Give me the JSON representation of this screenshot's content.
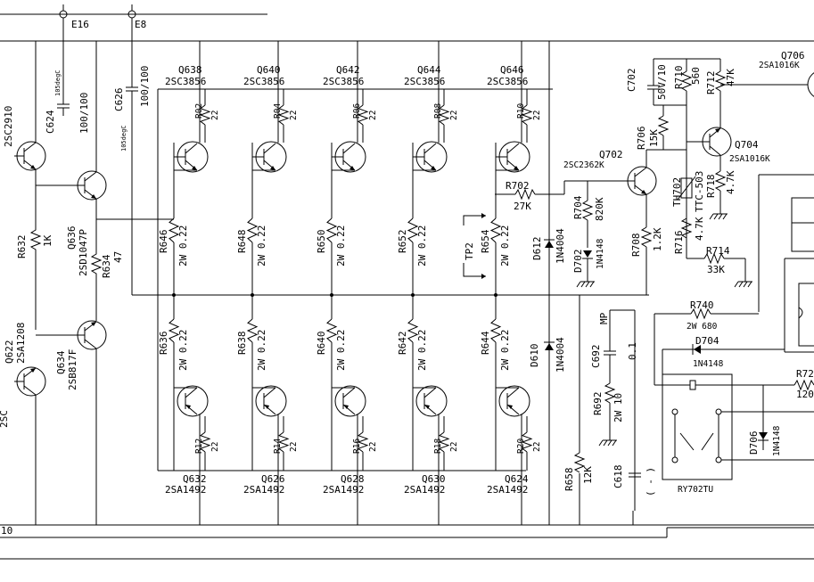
{
  "title": "",
  "transistors_top": [
    {
      "ref": "Q638",
      "type": "2SC3856"
    },
    {
      "ref": "Q640",
      "type": "2SC3856"
    },
    {
      "ref": "Q642",
      "type": "2SC3856"
    },
    {
      "ref": "Q644",
      "type": "2SC3856"
    },
    {
      "ref": "Q646",
      "type": "2SC3856"
    }
  ],
  "transistors_bottom": [
    {
      "ref": "Q632",
      "type": "2SA1492"
    },
    {
      "ref": "Q626",
      "type": "2SA1492"
    },
    {
      "ref": "Q628",
      "type": "2SA1492"
    },
    {
      "ref": "Q630",
      "type": "2SA1492"
    },
    {
      "ref": "Q624",
      "type": "2SA1492"
    }
  ],
  "emitter_res_top": [
    {
      "ref": "R646",
      "val1": "2W 0.22"
    },
    {
      "ref": "R648",
      "val1": "2W 0.22"
    },
    {
      "ref": "R650",
      "val1": "2W 0.22"
    },
    {
      "ref": "R652",
      "val1": "2W 0.22"
    },
    {
      "ref": "R654",
      "val1": "2W 0.22"
    }
  ],
  "emitter_res_bottom": [
    {
      "ref": "R636",
      "val1": "2W 0.22"
    },
    {
      "ref": "R638",
      "val1": "2W 0.22"
    },
    {
      "ref": "R640",
      "val1": "2W 0.22"
    },
    {
      "ref": "R642",
      "val1": "2W 0.22"
    },
    {
      "ref": "R644",
      "val1": "2W 0.22"
    }
  ],
  "base_res_top": [
    {
      "ref": "R02",
      "val": "22"
    },
    {
      "ref": "R04",
      "val": "22"
    },
    {
      "ref": "R06",
      "val": "22"
    },
    {
      "ref": "R08",
      "val": "22"
    },
    {
      "ref": "R10",
      "val": "22"
    }
  ],
  "base_res_bottom": [
    {
      "ref": "R12",
      "val": "22"
    },
    {
      "ref": "R14",
      "val": "22"
    },
    {
      "ref": "R16",
      "val": "22"
    },
    {
      "ref": "R18",
      "val": "22"
    },
    {
      "ref": "R20",
      "val": "22"
    }
  ],
  "left": {
    "e16": "E16",
    "e8": "E8",
    "q_top_left": "2SC2910",
    "c624": "C624",
    "c624_temp": "105degC",
    "c624_val": "100/100",
    "c626": "C626",
    "c626_temp": "105degC",
    "c626_val": "100/100",
    "q636": "Q636",
    "q636_type": "2SD1047P",
    "r632": "R632",
    "r632_val": "1K",
    "r634": "R634",
    "r634_val": "47",
    "q622": "Q622",
    "q622_type": "2SA1208",
    "q634": "Q634",
    "q634_type": "2SB817F",
    "q_left_bottom": "2SC",
    "bus_label": "10"
  },
  "right": {
    "tp2": "TP2",
    "d612": "D612",
    "d612_type": "1N4004",
    "d610": "D610",
    "d610_type": "1N4004",
    "d702": "D702",
    "d702_type": "1N4148",
    "r702": "R702",
    "r702_val": "27K",
    "r704": "R704",
    "r704_val": "820K",
    "r708": "R708",
    "r708_val": "1.2K",
    "q702": "Q702",
    "q702_type": "2SC2362K",
    "c702": "C702",
    "c702_val": "50V/10",
    "r710": "R710",
    "r710_val": "560",
    "r712": "R712",
    "r712_val": "47K",
    "r706": "R706",
    "r706_val": "15K",
    "q704": "Q704",
    "q704_type": "2SA1016K",
    "q706": "Q706",
    "q706_type": "2SA1016K",
    "th702": "TH702",
    "th702_type": "TTC-503",
    "r718": "R718",
    "r718_val": "4.7K",
    "r716": "R716",
    "r716_val": "4.7K",
    "r714": "R714",
    "r714_val": "33K",
    "r740": "R740",
    "r740_val": "2W 680",
    "d704": "D704",
    "d704_type": "1N4148",
    "d706": "D706",
    "d706_type": "1N4148",
    "r72": "R72",
    "r72_val": "120",
    "mp": "MP",
    "c692": "C692",
    "c692_val": "0.1",
    "r692": "R692",
    "r692_val": "2W 10",
    "c618": "C618",
    "c618_val": "( - )",
    "r658": "R658",
    "r658_val": "12K",
    "relay": "RY702TU"
  }
}
